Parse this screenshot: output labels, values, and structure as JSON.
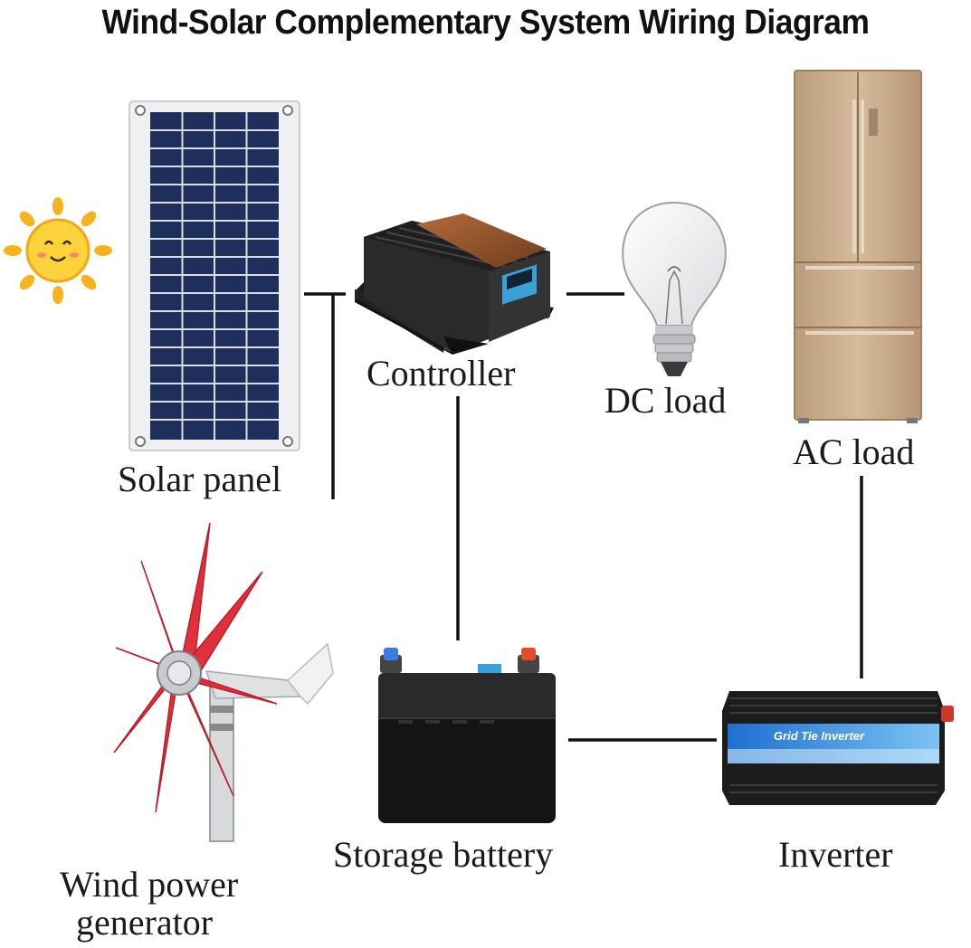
{
  "diagram": {
    "title": "Wind-Solar Complementary System Wiring Diagram",
    "components": {
      "solar_panel": {
        "label": "Solar panel",
        "icon": "solar-panel-icon"
      },
      "sun": {
        "icon": "sun-icon"
      },
      "controller": {
        "label": "Controller",
        "icon": "charge-controller-icon"
      },
      "dc_load": {
        "label": "DC load",
        "icon": "light-bulb-icon"
      },
      "ac_load": {
        "label": "AC load",
        "icon": "refrigerator-icon"
      },
      "wind_generator": {
        "label_line1": "Wind power",
        "label_line2": "generator",
        "icon": "wind-turbine-icon"
      },
      "battery": {
        "label": "Storage battery",
        "icon": "battery-icon"
      },
      "inverter": {
        "label": "Inverter",
        "icon": "inverter-icon",
        "device_text": "Grid Tie Inverter"
      }
    },
    "connections": [
      {
        "from": "solar_panel",
        "to": "controller"
      },
      {
        "from": "wind_generator",
        "to": "controller"
      },
      {
        "from": "controller",
        "to": "dc_load"
      },
      {
        "from": "controller",
        "to": "battery"
      },
      {
        "from": "battery",
        "to": "inverter"
      },
      {
        "from": "inverter",
        "to": "ac_load"
      }
    ],
    "colors": {
      "wire": "#111111",
      "panel_cell": "#1f2f5c",
      "turbine_blade": "#e0303c",
      "fridge": "#c9ad8c",
      "sun": "#f7b21e",
      "inverter_band": "#1e6fd0"
    }
  }
}
